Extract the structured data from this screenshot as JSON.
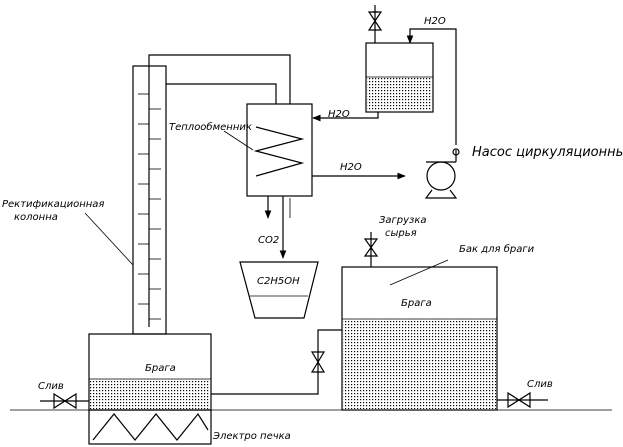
{
  "labels": {
    "rect_column": [
      "Ректификационная",
      "колонна"
    ],
    "heat_exchanger": "Теплообменник",
    "h2o_top": "H2O",
    "h2o_mid": "H2O",
    "h2o_right": "H2O",
    "pump": "Насос циркуляционный",
    "co2": "CO2",
    "product": "C2H5OH",
    "loading": [
      "Загрузка",
      "сырья"
    ],
    "tank": "Бак для браги",
    "braga_tank": "Брага",
    "braga_boiler": "Брага",
    "drain_left": "Слив",
    "drain_right": "Слив",
    "furnace": "Электро печка"
  }
}
